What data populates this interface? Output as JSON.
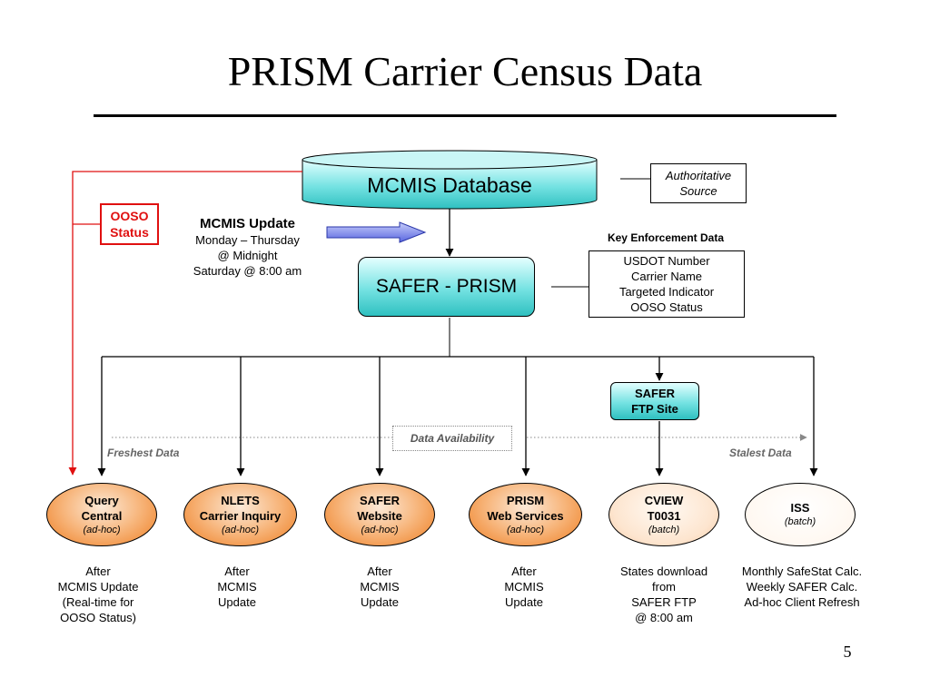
{
  "slide": {
    "title": "PRISM Carrier Census Data",
    "page_number": "5"
  },
  "database": {
    "label": "MCMIS Database"
  },
  "authoritative": {
    "line1": "Authoritative",
    "line2": "Source"
  },
  "ooso_status": {
    "line1": "OOSO",
    "line2": "Status"
  },
  "mcmis_update": {
    "heading": "MCMIS Update",
    "line1": "Monday – Thursday",
    "line2": "@ Midnight",
    "line3": "Saturday @ 8:00 am"
  },
  "safer_prism": {
    "label": "SAFER - PRISM"
  },
  "key_enforcement": {
    "heading": "Key Enforcement Data",
    "items": [
      "USDOT Number",
      "Carrier Name",
      "Targeted Indicator",
      "OOSO Status"
    ]
  },
  "ftp_site": {
    "line1": "SAFER",
    "line2": "FTP Site"
  },
  "availability": {
    "label": "Data Availability",
    "freshest": "Freshest Data",
    "stalest": "Stalest Data"
  },
  "systems": [
    {
      "line1": "Query",
      "line2": "Central",
      "mode": "(ad-hoc)",
      "notes": [
        "After",
        "MCMIS Update",
        "(Real-time for",
        "OOSO Status)"
      ]
    },
    {
      "line1": "NLETS",
      "line2": "Carrier Inquiry",
      "mode": "(ad-hoc)",
      "notes": [
        "After",
        "MCMIS",
        "Update"
      ]
    },
    {
      "line1": "SAFER",
      "line2": "Website",
      "mode": "(ad-hoc)",
      "notes": [
        "After",
        "MCMIS",
        "Update"
      ]
    },
    {
      "line1": "PRISM",
      "line2": "Web Services",
      "mode": "(ad-hoc)",
      "notes": [
        "After",
        "MCMIS",
        "Update"
      ]
    },
    {
      "line1": "CVIEW",
      "line2": "T0031",
      "mode": "(batch)",
      "notes": [
        "States download",
        "from",
        "SAFER FTP",
        "@ 8:00 am"
      ]
    },
    {
      "line1": "ISS",
      "line2": "",
      "mode": "(batch)",
      "notes": [
        "Monthly SafeStat Calc.",
        "Weekly SAFER Calc.",
        "Ad-hoc Client Refresh"
      ]
    }
  ]
}
